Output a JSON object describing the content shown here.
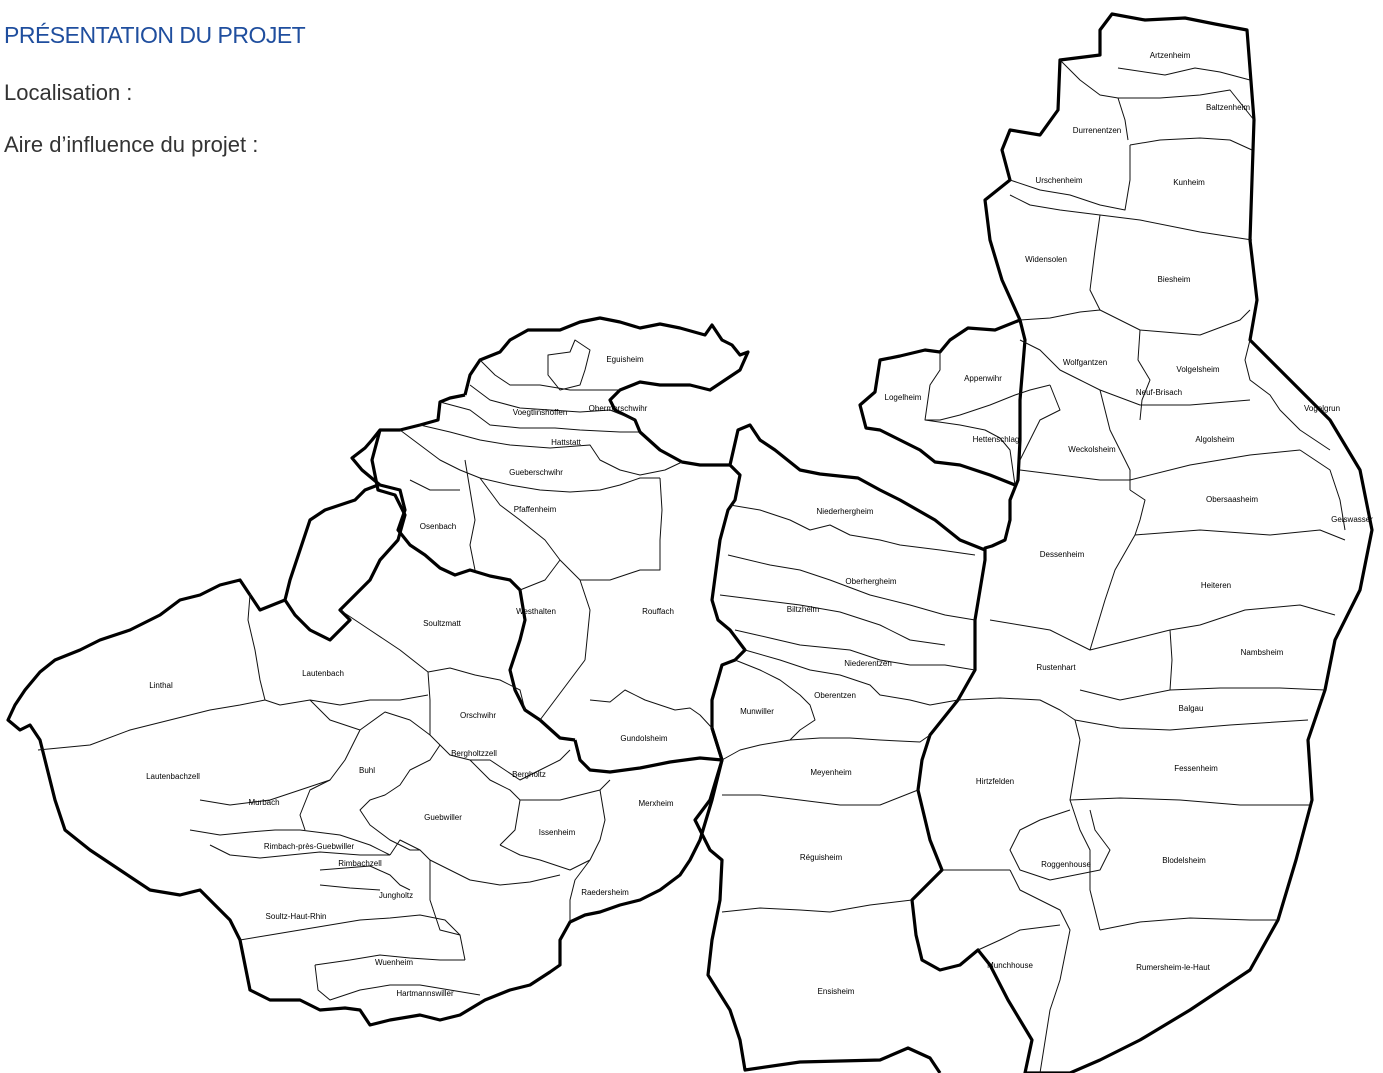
{
  "document": {
    "heading": "PRÉSENTATION DU PROJET",
    "lines": [
      "Localisation :",
      "Aire d’influence du projet :"
    ]
  },
  "map": {
    "communes": [
      "Artzenheim",
      "Baltzenheim",
      "Durrenentzen",
      "Kunheim",
      "Urschenheim",
      "Widensolen",
      "Biesheim",
      "Appenwihr",
      "Wolfgantzen",
      "Volgelsheim",
      "Logelheim",
      "Neuf-Brisach",
      "Vogelgrun",
      "Hettenschlag",
      "Algolsheim",
      "Weckolsheim",
      "Obersaasheim",
      "Geiswasser",
      "Dessenheim",
      "Heiteren",
      "Eguisheim",
      "Voegtlinshoffen",
      "Obermorschwihr",
      "Hattstatt",
      "Gueberschwihr",
      "Pfaffenheim",
      "Osenbach",
      "Niederhergheim",
      "Oberhergheim",
      "Soultzmatt",
      "Westhalten",
      "Rouffach",
      "Biltzheim",
      "Nambsheim",
      "Linthal",
      "Lautenbach",
      "Niederentzen",
      "Rustenhart",
      "Oberentzen",
      "Orschwihr",
      "Munwiller",
      "Balgau",
      "Bergholtzzell",
      "Gundolsheim",
      "Buhl",
      "Lautenbachzell",
      "Bergholtz",
      "Meyenheim",
      "Fessenheim",
      "Hirtzfelden",
      "Murbach",
      "Merxheim",
      "Guebwiller",
      "Issenheim",
      "Rimbach-près-Guebwiller",
      "Réguisheim",
      "Blodelsheim",
      "Roggenhouse",
      "Rimbachzell",
      "Raedersheim",
      "Jungholtz",
      "Soultz-Haut-Rhin",
      "Wuenheim",
      "Munchhouse",
      "Rumersheim-le-Haut",
      "Hartmannswiller",
      "Ensisheim"
    ]
  }
}
